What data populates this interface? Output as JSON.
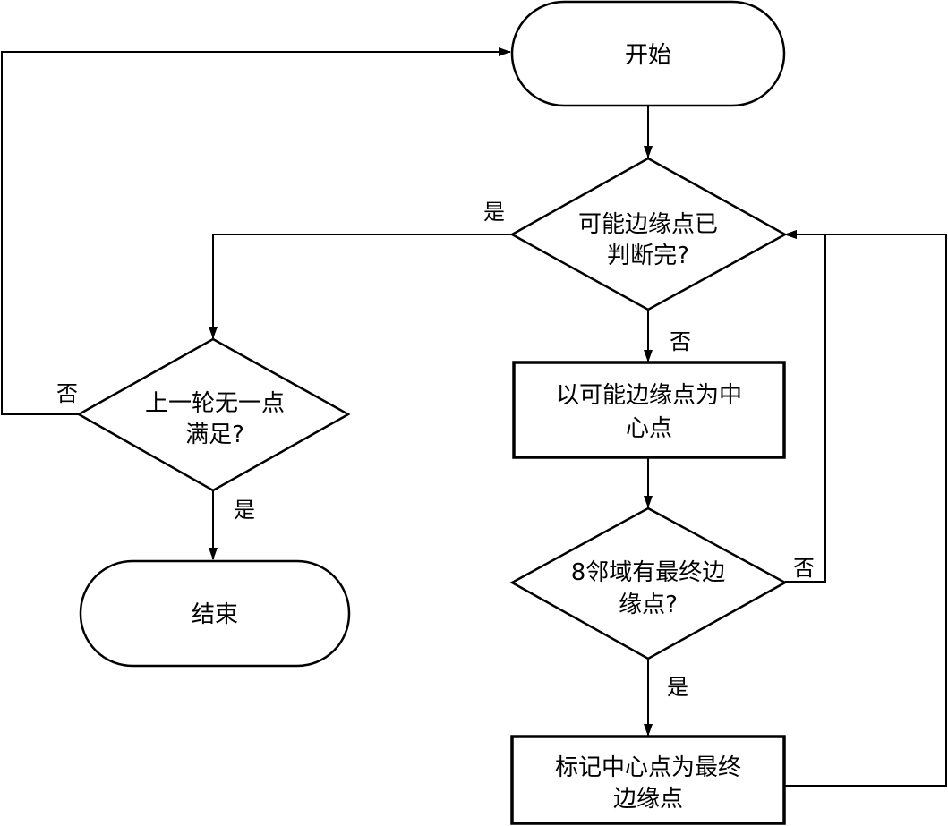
{
  "nodes": {
    "start": "开始",
    "check_all_judged": [
      "可能边缘点已",
      "判断完?"
    ],
    "set_center": [
      "以可能边缘点为中",
      "心点"
    ],
    "neighbor_check": [
      "8邻域有最终边",
      "缘点?"
    ],
    "mark_final": [
      "标记中心点为最终",
      "边缘点"
    ],
    "no_new_point": [
      "上一轮无一点",
      "满足?"
    ],
    "end": "结束"
  },
  "edges": {
    "yes_left": "是",
    "no_down_1": "否",
    "no_right": "否",
    "yes_down_2": "是",
    "no_left": "否",
    "yes_down_3": "是"
  }
}
